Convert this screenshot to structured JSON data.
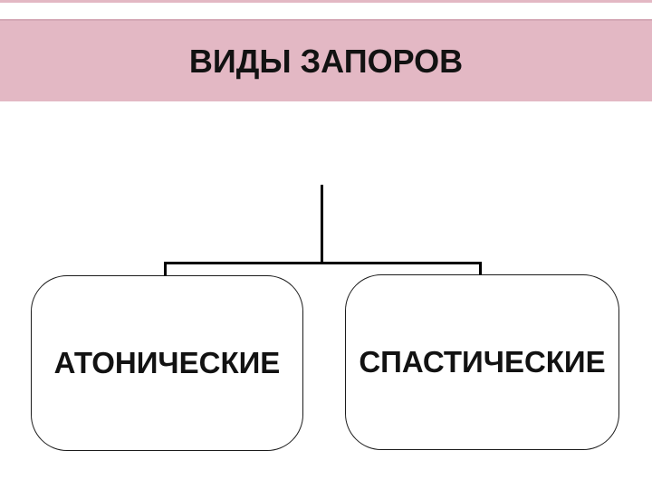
{
  "slide": {
    "title": "ВИДЫ ЗАПОРОВ"
  },
  "diagram": {
    "nodes": [
      {
        "id": "atonic",
        "label": "АТОНИЧЕСКИЕ"
      },
      {
        "id": "spastic",
        "label": "СПАСТИЧЕСКИЕ"
      }
    ]
  },
  "colors": {
    "background": "#ffffff",
    "header_pink": "#e3b8c4",
    "header_edge": "#d5a8b6",
    "line_black": "#000000",
    "box_border": "#1b1b1b",
    "text": "#121212"
  }
}
